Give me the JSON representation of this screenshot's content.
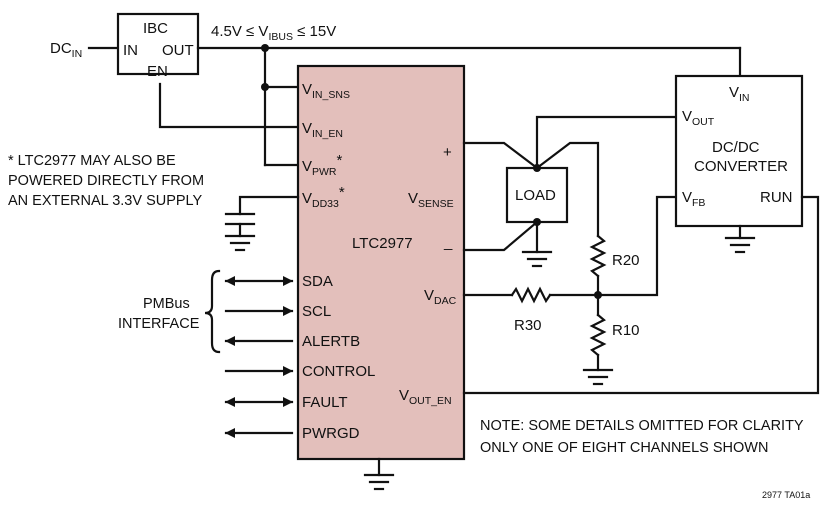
{
  "source": {
    "label": "DC",
    "label_sub": "IN"
  },
  "ibc": {
    "name": "IBC",
    "pin_in": "IN",
    "pin_out": "OUT",
    "pin_en": "EN"
  },
  "bus_label": {
    "prefix": "4.5V ≤ V",
    "sub": "IBUS",
    "suffix": " ≤ 15V"
  },
  "chip": {
    "name": "LTC2977",
    "fill_color": "#e3bfbb",
    "left_pins": [
      {
        "main": "V",
        "sub": "IN_SNS",
        "sup": ""
      },
      {
        "main": "V",
        "sub": "IN_EN",
        "sup": ""
      },
      {
        "main": "V",
        "sub": "PWR",
        "sup": "*"
      },
      {
        "main": "V",
        "sub": "DD33",
        "sup": "*"
      },
      {
        "main": "SDA",
        "sub": "",
        "sup": ""
      },
      {
        "main": "SCL",
        "sub": "",
        "sup": ""
      },
      {
        "main": "ALERTB",
        "sub": "",
        "sup": ""
      },
      {
        "main": "CONTROL",
        "sub": "",
        "sup": ""
      },
      {
        "main": "FAULT",
        "sub": "",
        "sup": ""
      },
      {
        "main": "PWRGD",
        "sub": "",
        "sup": ""
      }
    ],
    "sense_plus": "+",
    "sense_minus": "_",
    "vsense": {
      "main": "V",
      "sub": "SENSE"
    },
    "vdac": {
      "main": "V",
      "sub": "DAC"
    },
    "vout_en": {
      "main": "V",
      "sub": "OUT_EN"
    }
  },
  "footnote": [
    "* LTC2977 MAY ALSO BE",
    "POWERED DIRECTLY FROM",
    "AN EXTERNAL 3.3V SUPPLY"
  ],
  "pmbus": [
    "PMBus",
    "INTERFACE"
  ],
  "load_label": "LOAD",
  "resistors": {
    "r20": "R20",
    "r10": "R10",
    "r30": "R30"
  },
  "converter": {
    "vin": {
      "main": "V",
      "sub": "IN"
    },
    "vout": {
      "main": "V",
      "sub": "OUT"
    },
    "vfb": {
      "main": "V",
      "sub": "FB"
    },
    "run": "RUN",
    "title": [
      "DC/DC",
      "CONVERTER"
    ]
  },
  "note": [
    "NOTE: SOME DETAILS OMITTED FOR CLARITY",
    "ONLY ONE OF EIGHT CHANNELS SHOWN"
  ],
  "figure_id": "2977 TA01a"
}
